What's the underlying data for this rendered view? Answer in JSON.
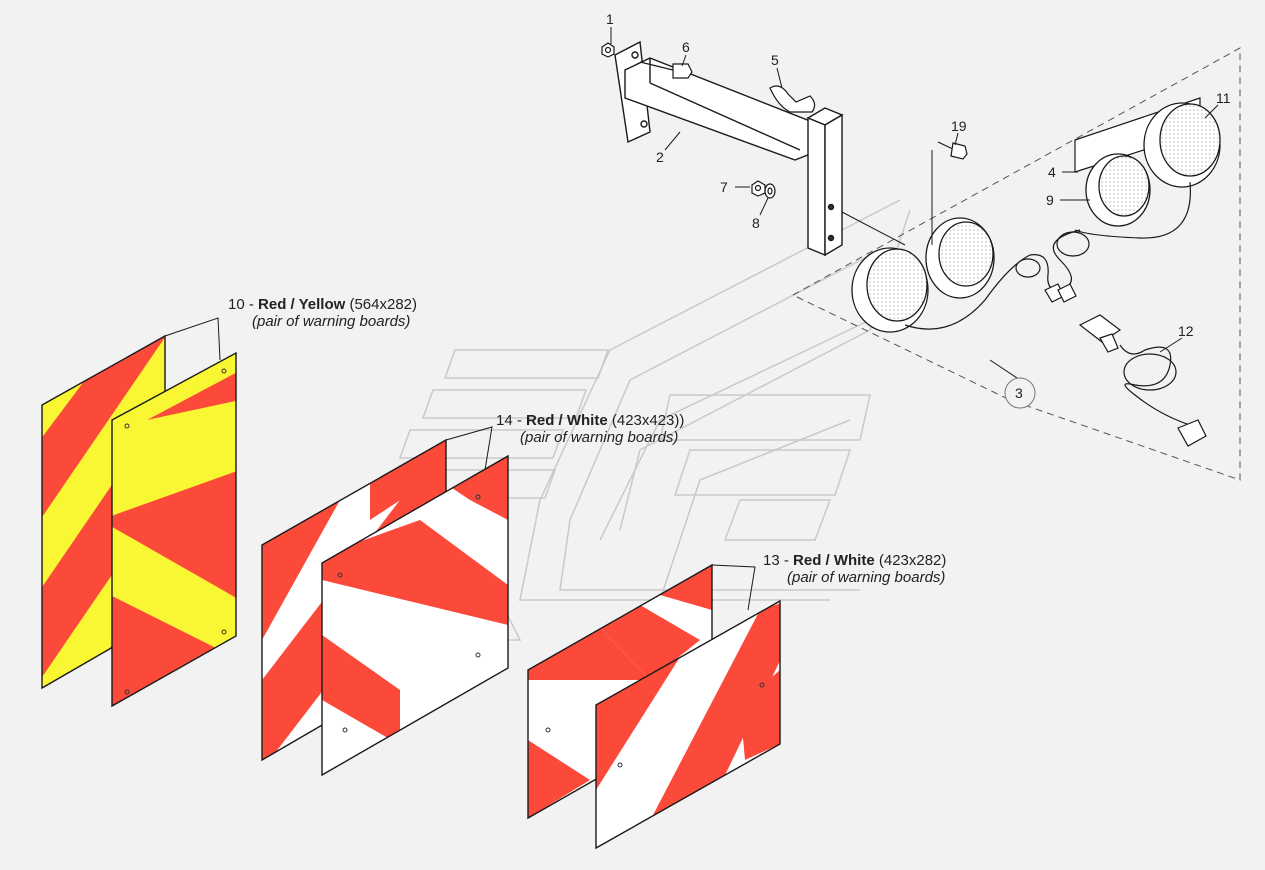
{
  "colors": {
    "red": "#fc4a3a",
    "yellow": "#f9f733",
    "white": "#ffffff",
    "line": "#1a1a1a",
    "background": "#f2f2f2",
    "gray": "#e0e0e0"
  },
  "part_numbers": [
    "1",
    "6",
    "5",
    "2",
    "7",
    "8",
    "19",
    "11",
    "4",
    "9",
    "3",
    "12"
  ],
  "boards": {
    "b10": {
      "num": "10 - ",
      "color": "Red / Yellow",
      "size": " (564x282)",
      "note": "(pair of warning boards)"
    },
    "b14": {
      "num": "14 - ",
      "color": "Red / White",
      "size": " (423x423))",
      "note": "(pair of warning boards)"
    },
    "b13": {
      "num": "13 - ",
      "color": "Red / White",
      "size": " (423x282)",
      "note": "(pair of warning boards)"
    }
  },
  "icons": [
    "mounting-bracket",
    "wing-nut",
    "bolt",
    "nut",
    "washer",
    "tail-lamp",
    "cable",
    "plug",
    "watermark-logo"
  ]
}
